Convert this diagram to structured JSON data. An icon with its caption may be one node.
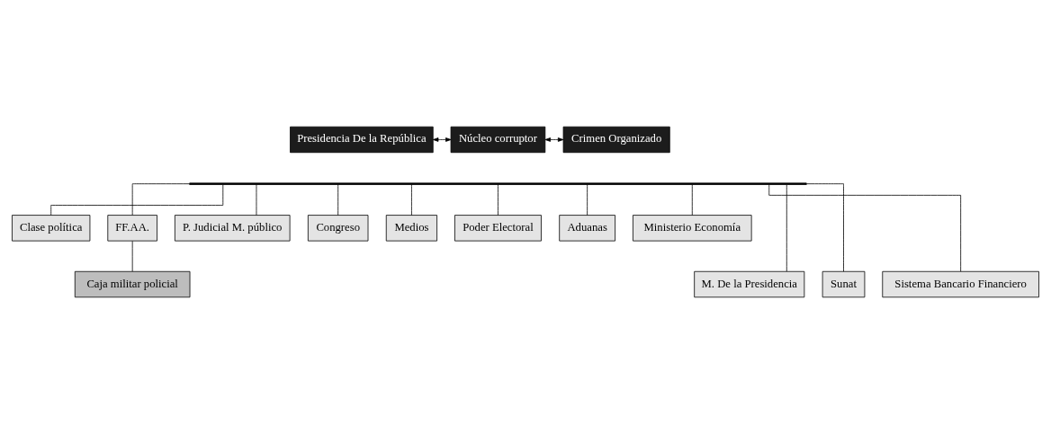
{
  "diagram": {
    "nodes": [
      {
        "text": [
          "Presidencia De la República"
        ]
      },
      {
        "text": [
          "Núcleo corruptor"
        ]
      },
      {
        "text": [
          "Crimen Organizado"
        ]
      },
      {
        "text": [],
        "shape": "bar"
      },
      {
        "text": [
          "Clase política"
        ]
      },
      {
        "text": [
          "FF.AA."
        ]
      },
      {
        "text": [
          "P. Judicial M. público"
        ]
      },
      {
        "text": [
          "Congreso"
        ]
      },
      {
        "text": [
          "Medios"
        ]
      },
      {
        "text": [
          "Poder Electoral"
        ]
      },
      {
        "text": [
          "Aduanas"
        ]
      },
      {
        "text": [
          "Ministerio Economía"
        ]
      },
      {
        "text": [
          "Caja militar policial"
        ]
      },
      {
        "text": [
          "M. De la Presidencia"
        ]
      },
      {
        "text": [
          "Sunat"
        ]
      },
      {
        "text": [
          "Sistema Bancario Financiero"
        ]
      }
    ],
    "edges": [
      {
        "from": 0,
        "to": 1,
        "arrow": "both"
      },
      {
        "from": 2,
        "to": 1,
        "arrow": "both"
      },
      {
        "from": 3,
        "to": 4,
        "arrow": "none"
      },
      {
        "from": 3,
        "to": 5,
        "arrow": "none"
      },
      {
        "from": 3,
        "to": 6,
        "arrow": "none"
      },
      {
        "from": 3,
        "to": 7,
        "arrow": "none"
      },
      {
        "from": 3,
        "to": 13,
        "arrow": "none"
      },
      {
        "from": 3,
        "to": 8,
        "arrow": "none"
      },
      {
        "from": 3,
        "to": 9,
        "arrow": "none"
      },
      {
        "from": 3,
        "to": 14,
        "arrow": "none"
      },
      {
        "from": 3,
        "to": 10,
        "arrow": "none"
      },
      {
        "from": 3,
        "to": 15,
        "arrow": "none"
      },
      {
        "from": 3,
        "to": 11,
        "arrow": "none"
      },
      {
        "from": 5,
        "to": 12,
        "arrow": "none"
      }
    ]
  }
}
